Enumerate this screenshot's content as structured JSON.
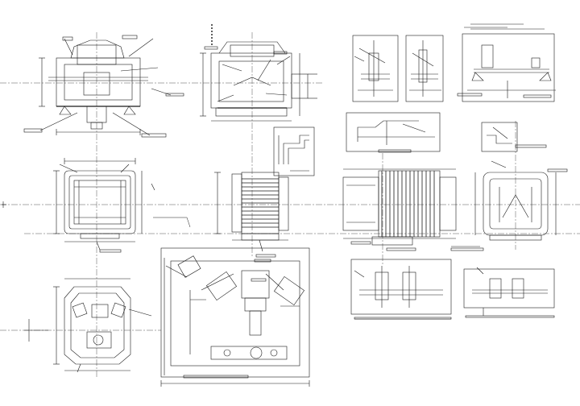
{
  "sheet": {
    "colors": {
      "ink": "#1a1a1a",
      "center_line": "#555555",
      "paper": "#ffffff"
    },
    "title_note": "",
    "side_marker": "4"
  },
  "views": [
    {
      "id": "front-upper-left",
      "label": ""
    },
    {
      "id": "front-upper-mid",
      "label": ""
    },
    {
      "id": "plan-left",
      "label": ""
    },
    {
      "id": "side-mid",
      "label": ""
    },
    {
      "id": "bottom-left",
      "label": ""
    },
    {
      "id": "assembly-center",
      "label": ""
    },
    {
      "id": "detail-top-right-a",
      "label": ""
    },
    {
      "id": "detail-top-right-b",
      "label": ""
    },
    {
      "id": "detail-top-right-c",
      "label": ""
    },
    {
      "id": "section-right-mid",
      "label": ""
    },
    {
      "id": "end-right-mid",
      "label": ""
    },
    {
      "id": "detail-lower-right-a",
      "label": ""
    },
    {
      "id": "detail-lower-right-b",
      "label": ""
    }
  ]
}
